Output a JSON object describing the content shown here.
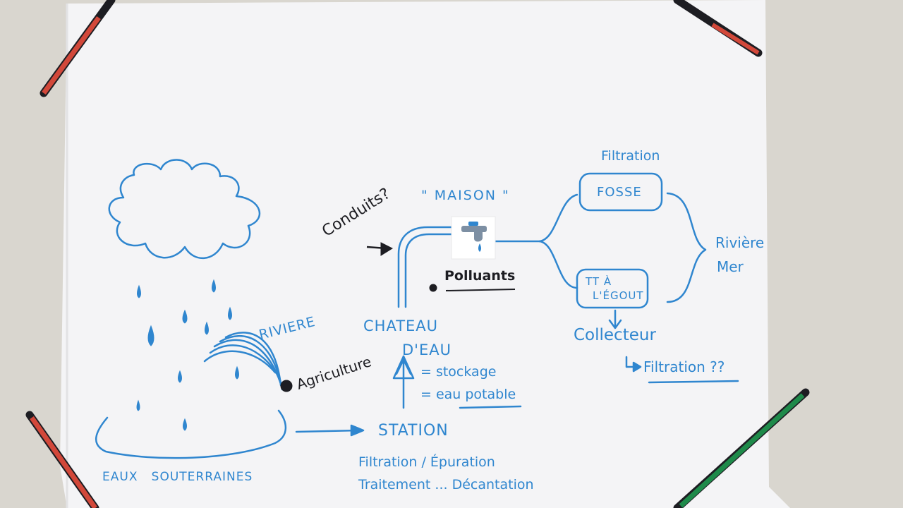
{
  "colors": {
    "wall": "#d9d6cf",
    "paper": "#f4f4f6",
    "marker_blue": "#2f86cf",
    "marker_black": "#1d1d22",
    "tape_red": "#d2483a",
    "tape_green": "#1e8a4a"
  },
  "labels": {
    "maison": "\" MAISON \"",
    "conduits": "Conduits?",
    "polluants": "Polluants",
    "chateau": "CHATEAU",
    "deau": "D'EAU",
    "stockage": "= stockage",
    "eau_potable": "= eau potable",
    "riviere": "RIVIERE",
    "agriculture": "Agriculture",
    "station": "STATION",
    "filtration_epuration": "Filtration / Épuration",
    "traitement": "Traitement ... Décantation",
    "eaux_souterraines": "EAUX   SOUTERRAINES",
    "filtration_top": "Filtration",
    "fosse": "FOSSE",
    "tt": "TT À",
    "egout": "L'ÉGOUT",
    "collecteur": "Collecteur",
    "filtration_q": "Filtration ??",
    "riviere_mer_1": "Rivière",
    "riviere_mer_2": "Mer"
  },
  "icons": {
    "tap": "faucet-icon"
  }
}
